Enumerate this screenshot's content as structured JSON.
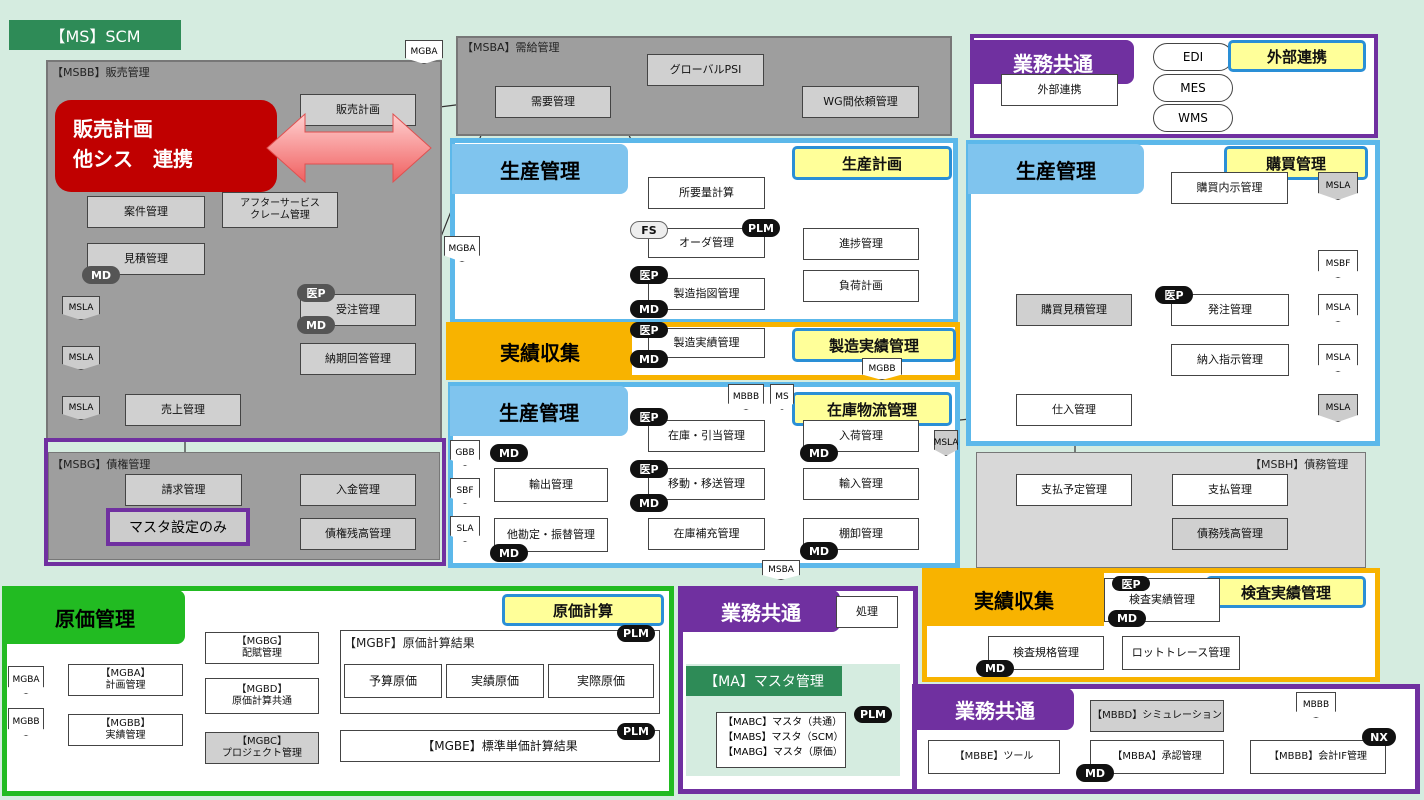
{
  "ms_scm": "【MS】SCM",
  "sales": {
    "title": "【MSBB】販売管理",
    "callout": "販売計画\n他シス　連携",
    "boxes": [
      "販売計画",
      "案件管理",
      "アフターサービス\nクレーム管理",
      "見積管理",
      "受注管理",
      "納期回答管理",
      "売上管理"
    ],
    "tags": [
      "MSLA",
      "MSLA",
      "MSLA",
      "MGBA"
    ]
  },
  "supply": {
    "title": "【MSBA】需給管理",
    "boxes": [
      "グローバルPSI",
      "需要管理",
      "WG間依頼管理"
    ]
  },
  "credit": {
    "title": "【MSBG】債権管理",
    "boxes": [
      "請求管理",
      "入金管理",
      "債権残高管理"
    ],
    "note": "マスタ設定のみ"
  },
  "common_top": {
    "label": "業務共通",
    "yellow": "外部連携",
    "box": "外部連携",
    "ovals": [
      "EDI",
      "MES",
      "WMS"
    ]
  },
  "prod1": {
    "label": "生産管理",
    "yellow": "生産計画",
    "boxes": [
      "所要量計算",
      "オーダ管理",
      "進捗管理",
      "負荷計画",
      "製造指図管理"
    ],
    "pills": [
      "FS",
      "PLM",
      "医P",
      "MD"
    ],
    "tag": "MGBA"
  },
  "results1": {
    "label": "実績収集",
    "yellow": "製造実績管理",
    "box": "製造実績管理",
    "pills": [
      "医P",
      "MD"
    ]
  },
  "prod2": {
    "label": "生産管理",
    "yellow": "在庫物流管理",
    "boxes": [
      "在庫・引当管理",
      "入荷管理",
      "輸出管理",
      "移動・移送管理",
      "輸入管理",
      "他勘定・振替管理",
      "在庫補充管理",
      "棚卸管理"
    ],
    "pills": [
      "医P",
      "MD",
      "医P",
      "MD",
      "MD",
      "MD",
      "MD"
    ],
    "tags": [
      "MBBB",
      "MS",
      "MGBB",
      "GBB",
      "SBF",
      "SLA",
      "MSLA",
      "MSBA"
    ]
  },
  "purchase": {
    "label": "生産管理",
    "yellow": "購買管理",
    "boxes": [
      "購買内示管理",
      "購買見積管理",
      "発注管理",
      "納入指示管理",
      "仕入管理"
    ],
    "pill": "医P",
    "tags": [
      "MSLA",
      "MSBF",
      "MSLA",
      "MSLA",
      "MSLA"
    ]
  },
  "debt": {
    "title": "【MSBH】債務管理",
    "boxes": [
      "支払予定管理",
      "支払管理",
      "債務残高管理"
    ]
  },
  "cost": {
    "label": "原価管理",
    "yellow": "原価計算",
    "boxes": [
      "【MGBG】\n配賦管理",
      "【MGBA】\n計画管理",
      "【MGBD】\n原価計算共通",
      "【MGBB】\n実績管理",
      "【MGBC】\nプロジェクト管理"
    ],
    "result_title": "【MGBF】原価計算結果",
    "result_boxes": [
      "予算原価",
      "実績原価",
      "実際原価"
    ],
    "std": "【MGBE】標準単価計算結果",
    "pills": [
      "PLM",
      "PLM"
    ],
    "tags": [
      "MGBA",
      "MGBB"
    ]
  },
  "common_mid": {
    "label": "業務共通",
    "box": "処理",
    "master_label": "【MA】マスタ管理",
    "master_lines": [
      "【MABC】マスタ（共通）",
      "【MABS】マスタ（SCM）",
      "【MABG】マスタ（原価）"
    ],
    "pill": "PLM"
  },
  "results2": {
    "label": "実績収集",
    "yellow": "検査実績管理",
    "boxes": [
      "検査実績管理",
      "検査規格管理",
      "ロットトレース管理"
    ],
    "pills": [
      "医P",
      "MD",
      "MD"
    ]
  },
  "common_bot": {
    "label": "業務共通",
    "boxes": [
      "【MBBD】シミュレーション",
      "【MBBE】ツール",
      "【MBBA】承認管理",
      "【MBBB】会計IF管理"
    ],
    "pills": [
      "MD",
      "NX"
    ],
    "tag": "MBBB"
  }
}
